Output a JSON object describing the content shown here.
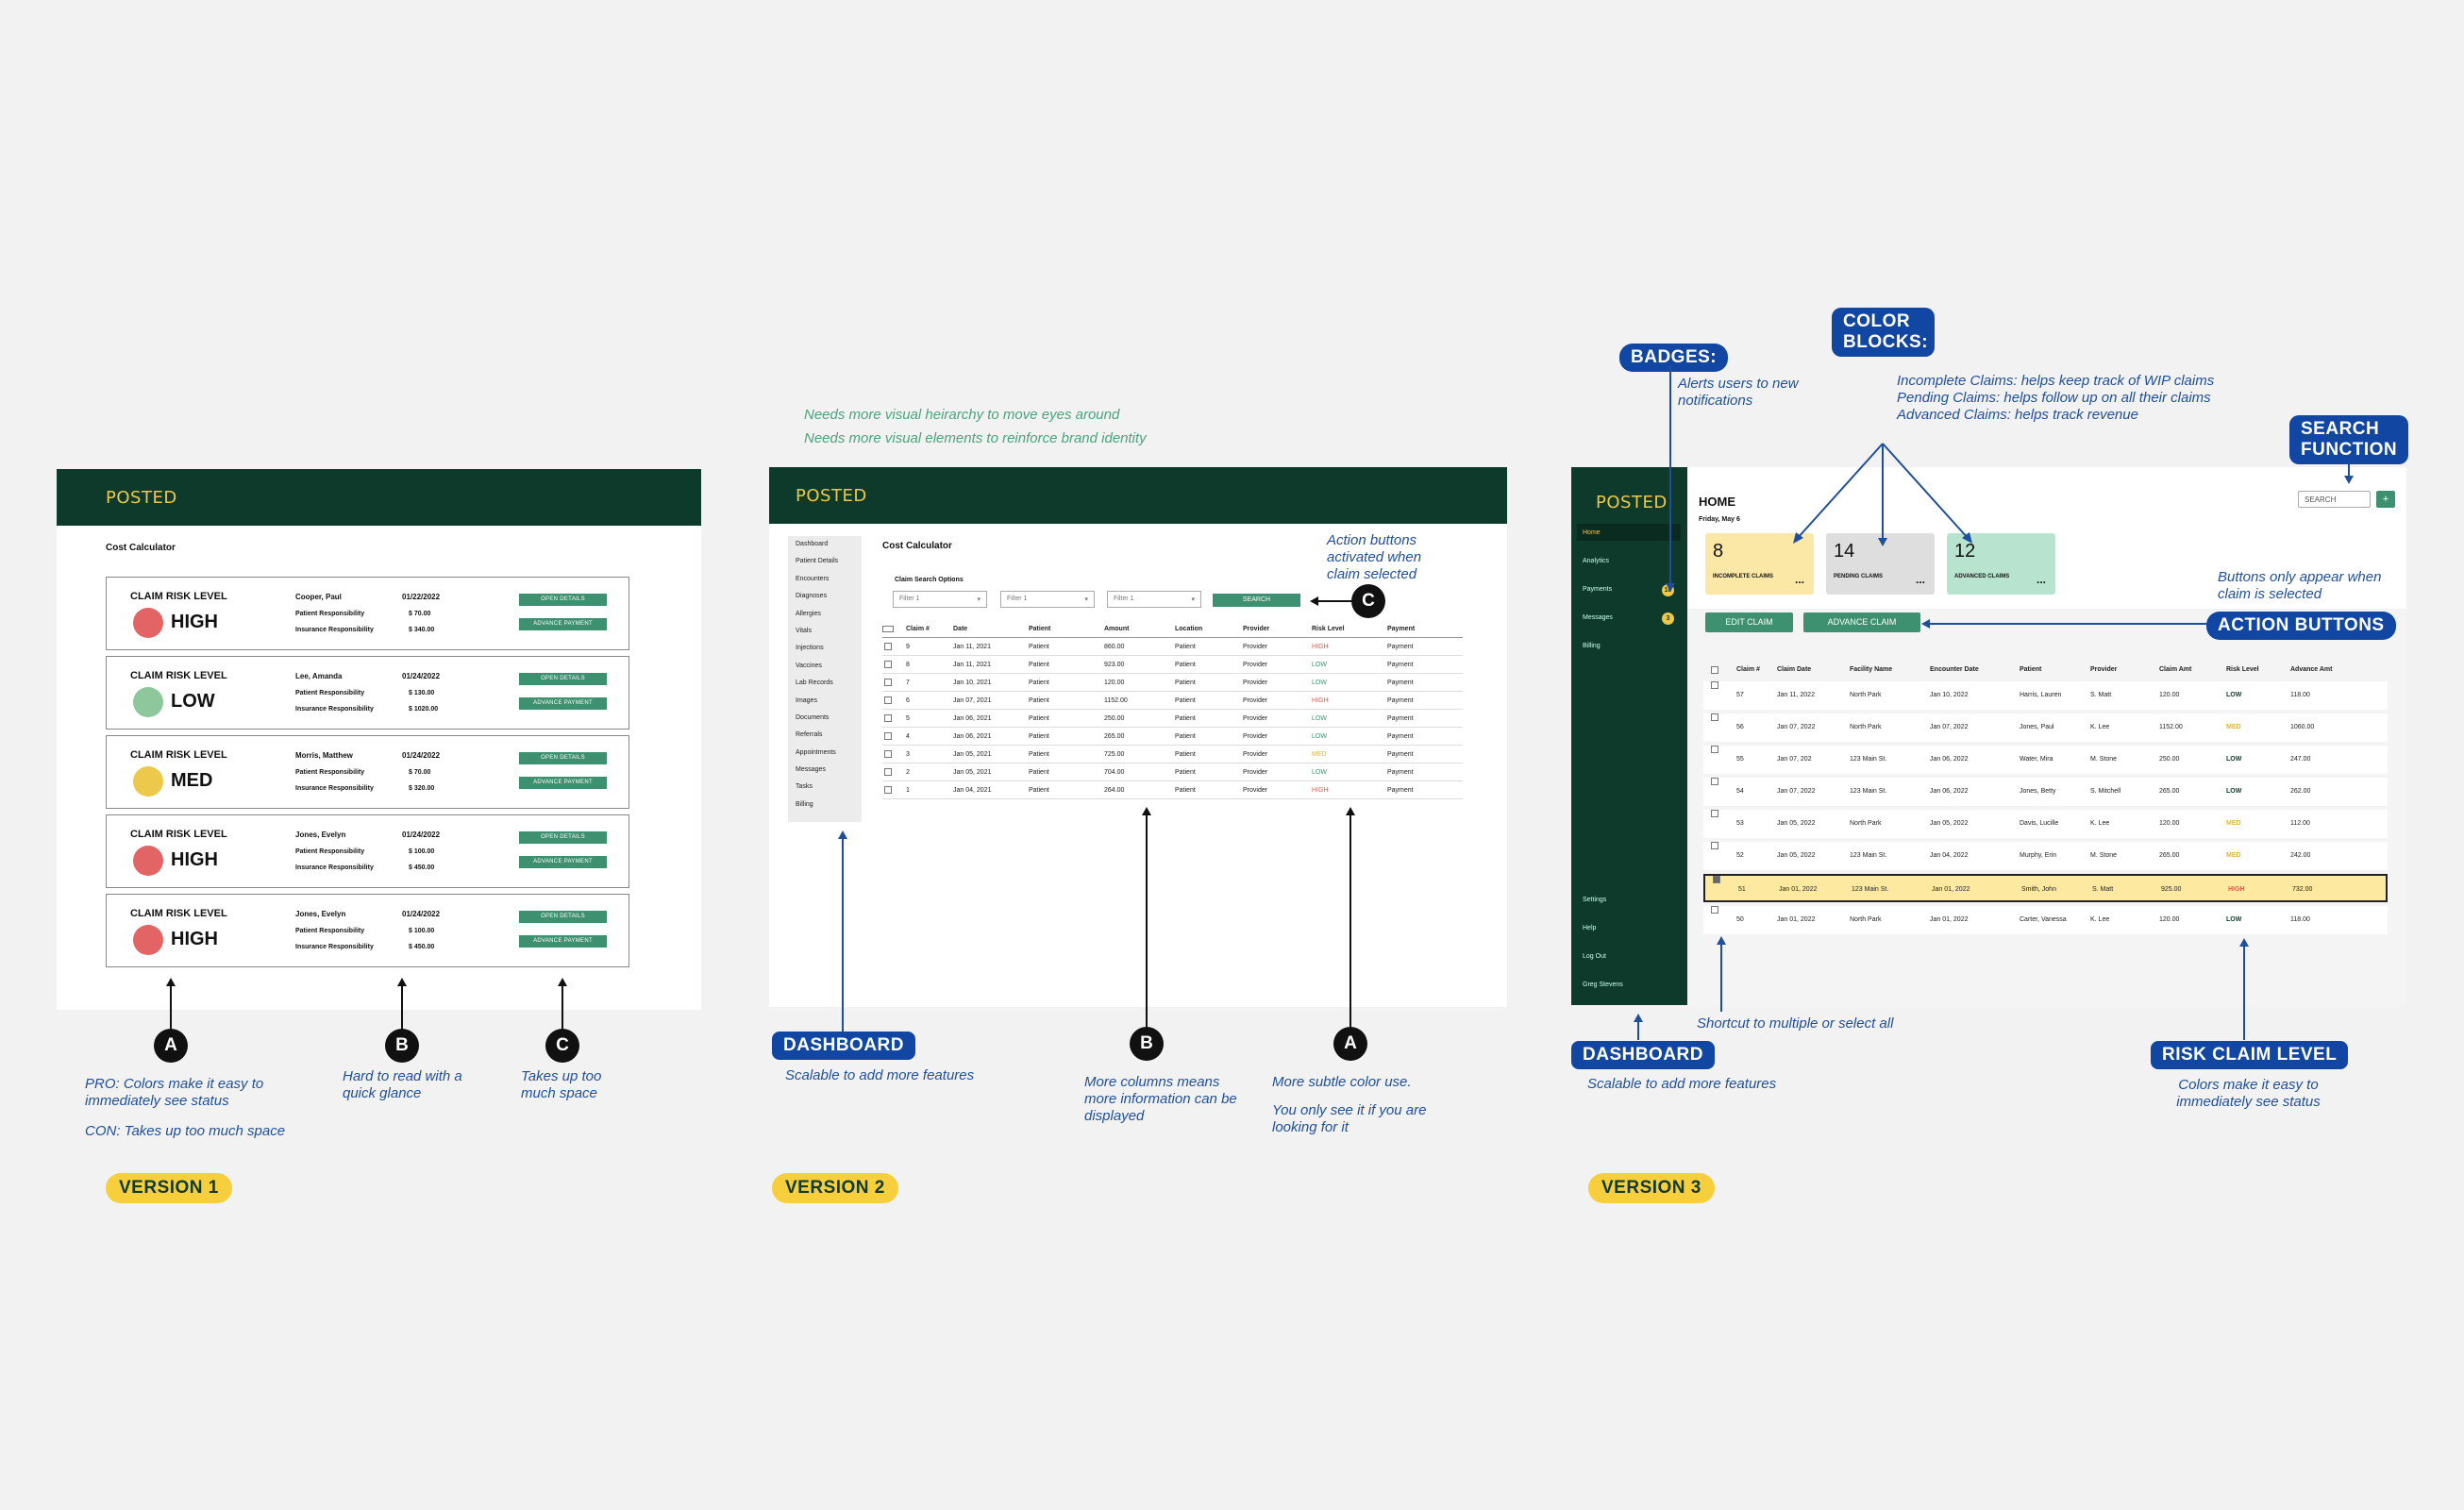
{
  "annotations": {
    "brand_notes": [
      "Needs more visual heirarchy to move eyes around",
      "Needs more visual elements to reinforce brand identity"
    ],
    "v1": {
      "a_pro": "PRO: Colors make it easy to immediately see status",
      "a_con": "CON: Takes up too much space",
      "b": "Hard to read with a quick glance",
      "c": "Takes up too much space",
      "version": "VERSION 1"
    },
    "v2": {
      "action_note": "Action buttons activated when claim selected",
      "dashboard_tag": "DASHBOARD",
      "dashboard_note": "Scalable to add more features",
      "b": "More columns means more information can be displayed",
      "a1": "More subtle color use.",
      "a2": "You only see it if you are looking for it",
      "version": "VERSION 2"
    },
    "v3": {
      "badges_tag": "BADGES:",
      "badges_note": "Alerts users to new notifications",
      "color_tag": "COLOR BLOCKS:",
      "color_notes": [
        "Incomplete Claims: helps keep track of WIP claims",
        "Pending Claims: helps  follow up on all their claims",
        "Advanced Claims: helps track revenue"
      ],
      "search_tag": "SEARCH FUNCTION",
      "buttons_note": "Buttons only appear when claim is selected",
      "action_tag": "ACTION BUTTONS",
      "shortcut_note": "Shortcut to multiple or select all",
      "dashboard_tag": "DASHBOARD",
      "dashboard_note": "Scalable to add more features",
      "risk_tag": "RISK CLAIM LEVEL",
      "risk_note": "Colors make it easy to immediately see status",
      "version": "VERSION 3"
    },
    "letters": {
      "a": "A",
      "b": "B",
      "c": "C"
    }
  },
  "brand": {
    "logo": "POSTED"
  },
  "v1": {
    "title": "Cost Calculator",
    "risk_label": "CLAIM RISK LEVEL",
    "patient_resp_label": "Patient Responsibility",
    "insurance_resp_label": "Insurance Responsibility",
    "open_details": "OPEN DETAILS",
    "advance_payment": "ADVANCE PAYMENT",
    "cards": [
      {
        "level": "HIGH",
        "color": "#e36464",
        "name": "Cooper, Paul",
        "date": "01/22/2022",
        "patient": "$ 70.00",
        "insurance": "$ 340.00"
      },
      {
        "level": "LOW",
        "color": "#8fc79c",
        "name": "Lee, Amanda",
        "date": "01/24/2022",
        "patient": "$ 130.00",
        "insurance": "$ 1020.00"
      },
      {
        "level": "MED",
        "color": "#ecc94b",
        "name": "Morris, Matthew",
        "date": "01/24/2022",
        "patient": "$ 70.00",
        "insurance": "$ 320.00"
      },
      {
        "level": "HIGH",
        "color": "#e36464",
        "name": "Jones, Evelyn",
        "date": "01/24/2022",
        "patient": "$ 100.00",
        "insurance": "$ 450.00"
      },
      {
        "level": "HIGH",
        "color": "#e36464",
        "name": "Jones, Evelyn",
        "date": "01/24/2022",
        "patient": "$ 100.00",
        "insurance": "$ 450.00"
      }
    ]
  },
  "v2": {
    "title": "Cost Calculator",
    "sidebar": [
      "Dashboard",
      "Patient Details",
      "Encounters",
      "Diagnoses",
      "Allergies",
      "Vitals",
      "Injections",
      "Vaccines",
      "Lab Records",
      "Images",
      "Documents",
      "Referrals",
      "Appointments",
      "Messages",
      "Tasks",
      "Billing"
    ],
    "search_options_label": "Claim Search Options",
    "filters": [
      "Filter 1",
      "Filter 1",
      "Filter 1"
    ],
    "search_button": "SEARCH",
    "columns": [
      "Claim #",
      "Date",
      "Patient",
      "Amount",
      "Location",
      "Provider",
      "Risk Level",
      "Payment"
    ],
    "rows": [
      [
        "9",
        "Jan 11, 2021",
        "Patient",
        "860.00",
        "Patient",
        "Provider",
        "HIGH",
        "Payment"
      ],
      [
        "8",
        "Jan 11, 2021",
        "Patient",
        "923.00",
        "Patient",
        "Provider",
        "LOW",
        "Payment"
      ],
      [
        "7",
        "Jan 10, 2021",
        "Patient",
        "120.00",
        "Patient",
        "Provider",
        "LOW",
        "Payment"
      ],
      [
        "6",
        "Jan 07, 2021",
        "Patient",
        "1152.00",
        "Patient",
        "Provider",
        "HIGH",
        "Payment"
      ],
      [
        "5",
        "Jan 06, 2021",
        "Patient",
        "250.00",
        "Patient",
        "Provider",
        "LOW",
        "Payment"
      ],
      [
        "4",
        "Jan 06, 2021",
        "Patient",
        "265.00",
        "Patient",
        "Provider",
        "LOW",
        "Payment"
      ],
      [
        "3",
        "Jan 05, 2021",
        "Patient",
        "725.00",
        "Patient",
        "Provider",
        "MED",
        "Payment"
      ],
      [
        "2",
        "Jan 05, 2021",
        "Patient",
        "704.00",
        "Patient",
        "Provider",
        "LOW",
        "Payment"
      ],
      [
        "1",
        "Jan 04, 2021",
        "Patient",
        "264.00",
        "Patient",
        "Provider",
        "HIGH",
        "Payment"
      ]
    ]
  },
  "v3": {
    "title": "HOME",
    "date": "Friday, May 6",
    "search_placeholder": "SEARCH",
    "add_button": "+",
    "nav": [
      "Home",
      "Analytics",
      "Payments",
      "Messages",
      "Billing"
    ],
    "badges": {
      "payments": "10",
      "messages": "3"
    },
    "nav_bottom": [
      "Settings",
      "Help",
      "Log Out",
      "Greg Stevens"
    ],
    "blocks": [
      {
        "count": "8",
        "label": "INCOMPLETE CLAIMS",
        "color": "#fbe8a6"
      },
      {
        "count": "14",
        "label": "PENDING CLAIMS",
        "color": "#dedede"
      },
      {
        "count": "12",
        "label": "ADVANCED CLAIMS",
        "color": "#b7e3cf"
      }
    ],
    "edit_claim": "EDIT CLAIM",
    "advance_claim": "ADVANCE CLAIM",
    "columns": [
      "Claim #",
      "Claim Date",
      "Facility Name",
      "Encounter Date",
      "Patient",
      "Provider",
      "Claim Amt",
      "Risk Level",
      "Advance Amt"
    ],
    "rows": [
      [
        "57",
        "Jan 11, 2022",
        "North Park",
        "Jan 10, 2022",
        "Harris, Lauren",
        "S. Matt",
        "120.00",
        "LOW",
        "118.00"
      ],
      [
        "56",
        "Jan 07, 2022",
        "North Park",
        "Jan 07, 2022",
        "Jones, Paul",
        "K. Lee",
        "1152.00",
        "MED",
        "1060.00"
      ],
      [
        "55",
        "Jan 07, 202",
        "123 Main St.",
        "Jan 06, 2022",
        "Water, Mira",
        "M. Stone",
        "250.00",
        "LOW",
        "247.00"
      ],
      [
        "54",
        "Jan 07, 2022",
        "123 Main St.",
        "Jan 06, 2022",
        "Jones, Betty",
        "S. Mitchell",
        "265.00",
        "LOW",
        "262.00"
      ],
      [
        "53",
        "Jan 05, 2022",
        "North Park",
        "Jan 05, 2022",
        "Davis, Lucille",
        "K. Lee",
        "120.00",
        "MED",
        "112.00"
      ],
      [
        "52",
        "Jan 05, 2022",
        "123 Main St.",
        "Jan 04, 2022",
        "Murphy, Erin",
        "M. Stone",
        "265.00",
        "MED",
        "242.00"
      ],
      [
        "51",
        "Jan 01, 2022",
        "123 Main St.",
        "Jan 01, 2022",
        "Smith, John",
        "S. Matt",
        "925.00",
        "HIGH",
        "732.00"
      ],
      [
        "50",
        "Jan 01, 2022",
        "North Park",
        "Jan 01, 2022",
        "Carter, Vanessa",
        "K. Lee",
        "120.00",
        "LOW",
        "118.00"
      ]
    ],
    "selected_row": 6
  },
  "colors": {
    "brand_green": "#0d3a2b",
    "accent_green": "#3e9170",
    "annotation_blue": "#1147a3",
    "high": "#e05a4f",
    "med": "#e0b53a",
    "low": "#3e9170"
  }
}
